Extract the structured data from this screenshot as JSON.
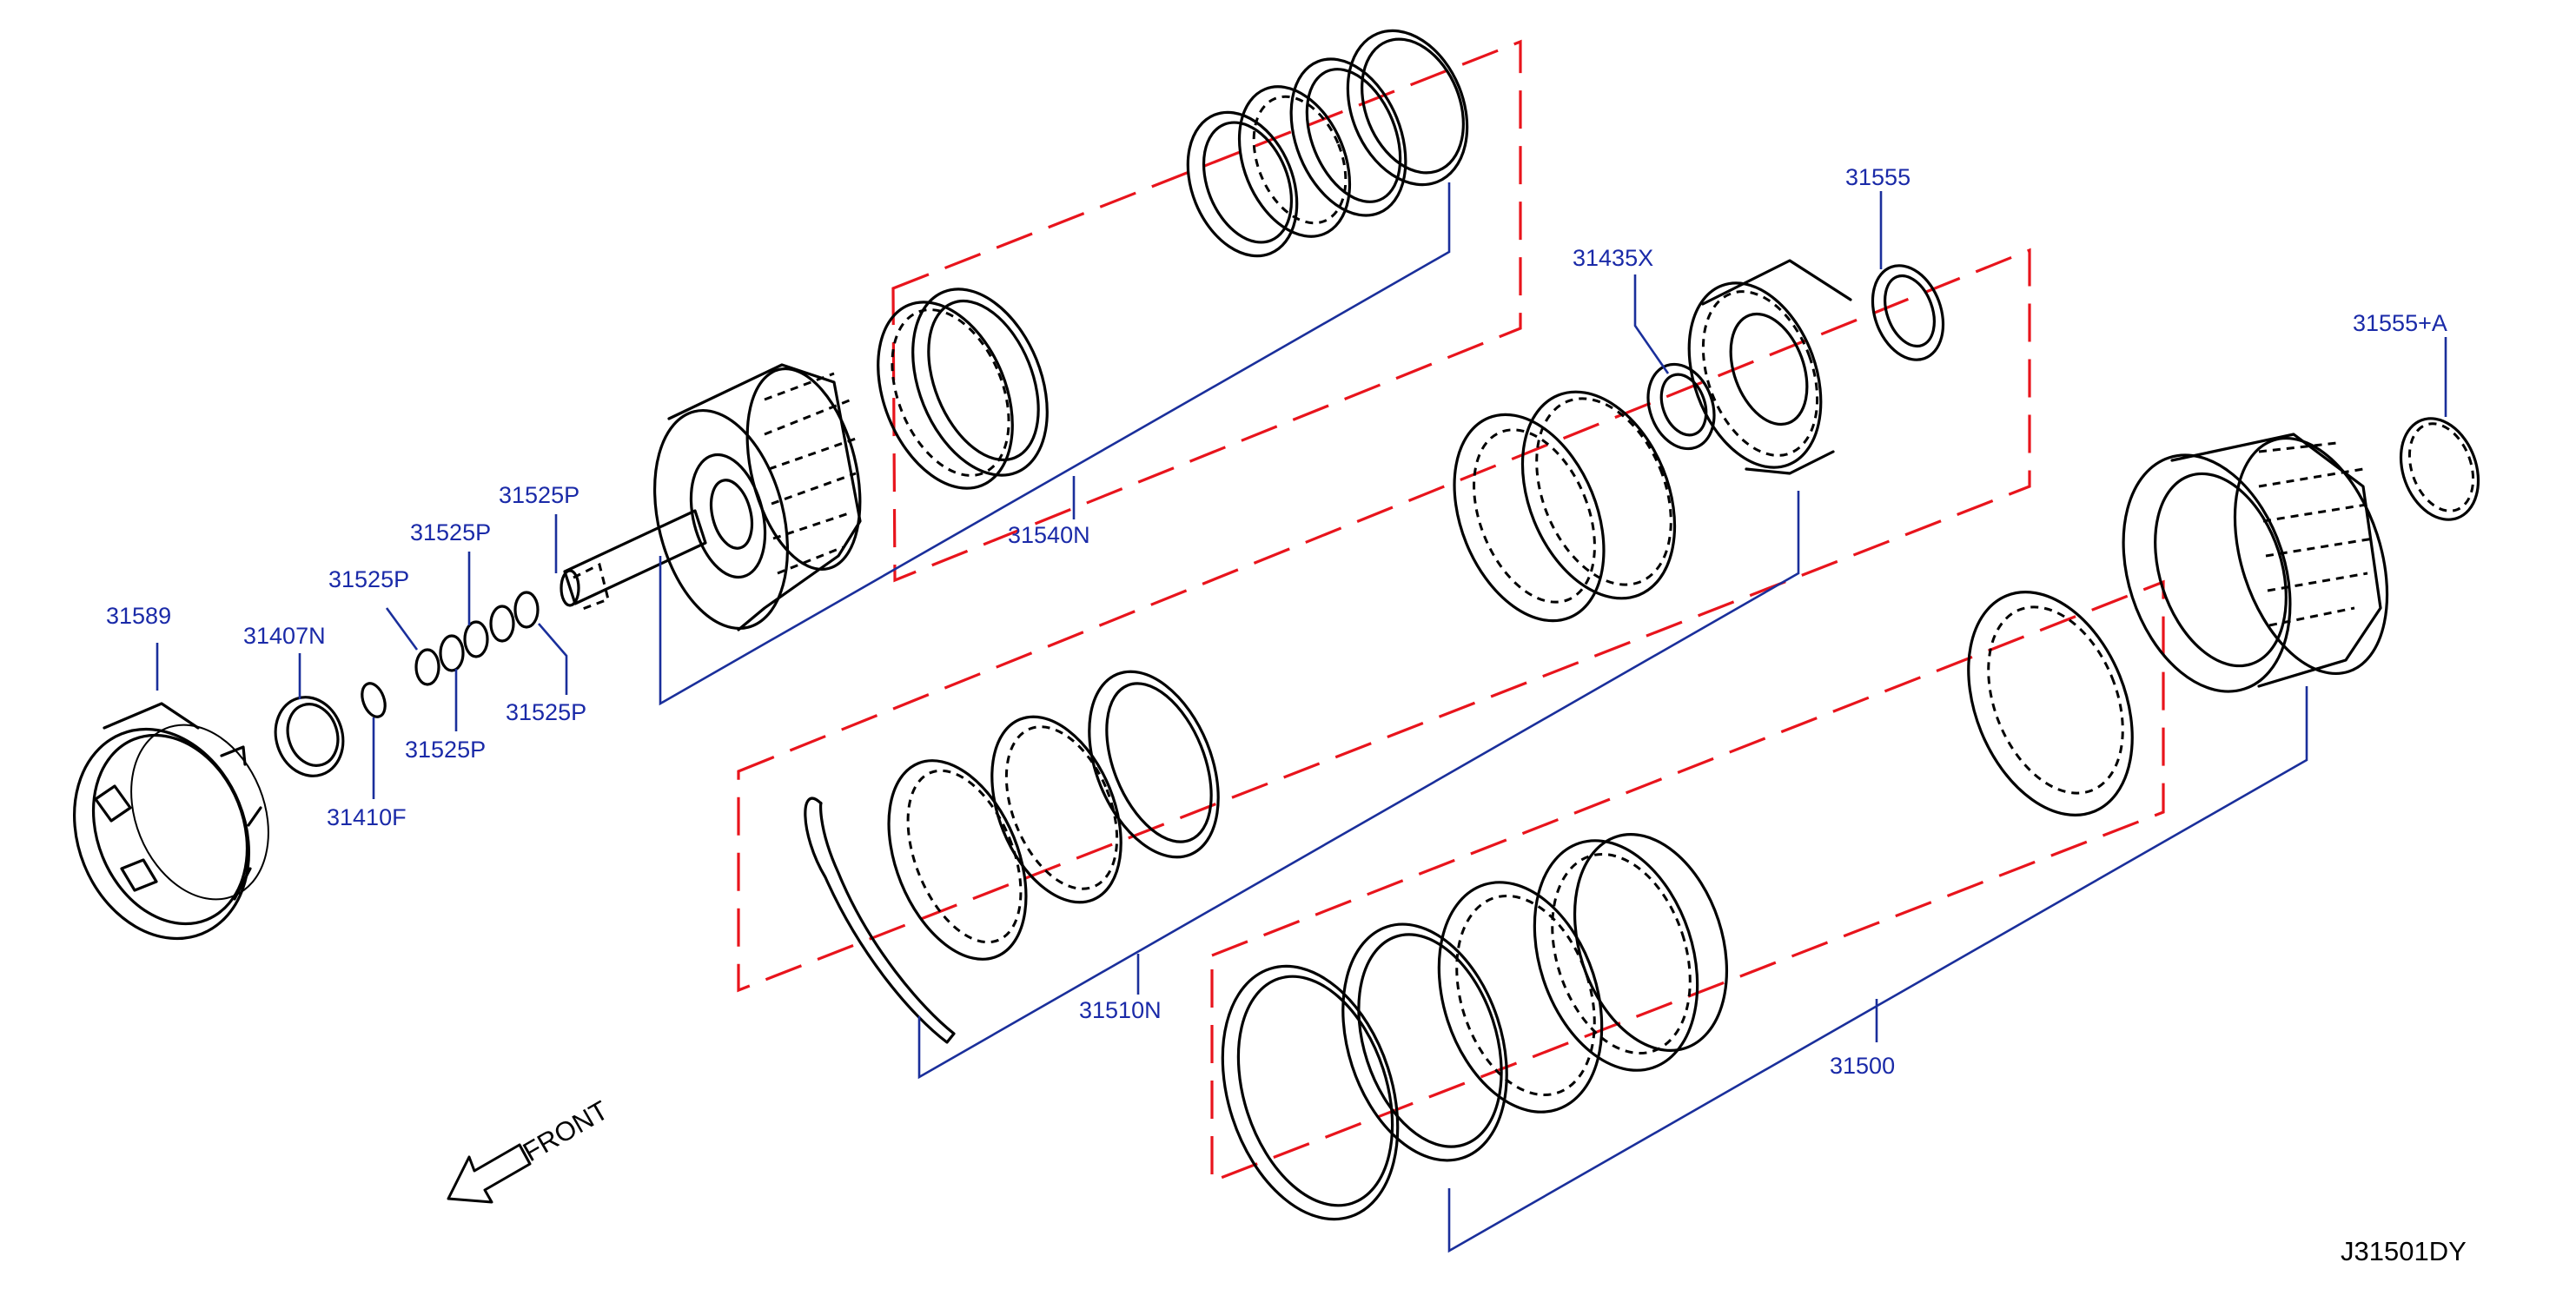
{
  "diagram": {
    "reference_code": "J31501DY",
    "front_label": "FRONT",
    "callouts": [
      {
        "id": "c-31589",
        "text": "31589"
      },
      {
        "id": "c-31407n",
        "text": "31407N"
      },
      {
        "id": "c-31410f",
        "text": "31410F"
      },
      {
        "id": "c-31525p-a",
        "text": "31525P"
      },
      {
        "id": "c-31525p-b",
        "text": "31525P"
      },
      {
        "id": "c-31525p-c",
        "text": "31525P"
      },
      {
        "id": "c-31525p-d",
        "text": "31525P"
      },
      {
        "id": "c-31525p-e",
        "text": "31525P"
      },
      {
        "id": "c-31540n",
        "text": "31540N"
      },
      {
        "id": "c-31435x",
        "text": "31435X"
      },
      {
        "id": "c-31555",
        "text": "31555"
      },
      {
        "id": "c-31555a",
        "text": "31555+A"
      },
      {
        "id": "c-31510n",
        "text": "31510N"
      },
      {
        "id": "c-31500",
        "text": "31500"
      }
    ],
    "colors": {
      "callout_text": "#1a2aa8",
      "leader_line": "#1a2f9b",
      "group_outline": "#e8141c",
      "parts": "#000000",
      "background": "#ffffff"
    }
  }
}
